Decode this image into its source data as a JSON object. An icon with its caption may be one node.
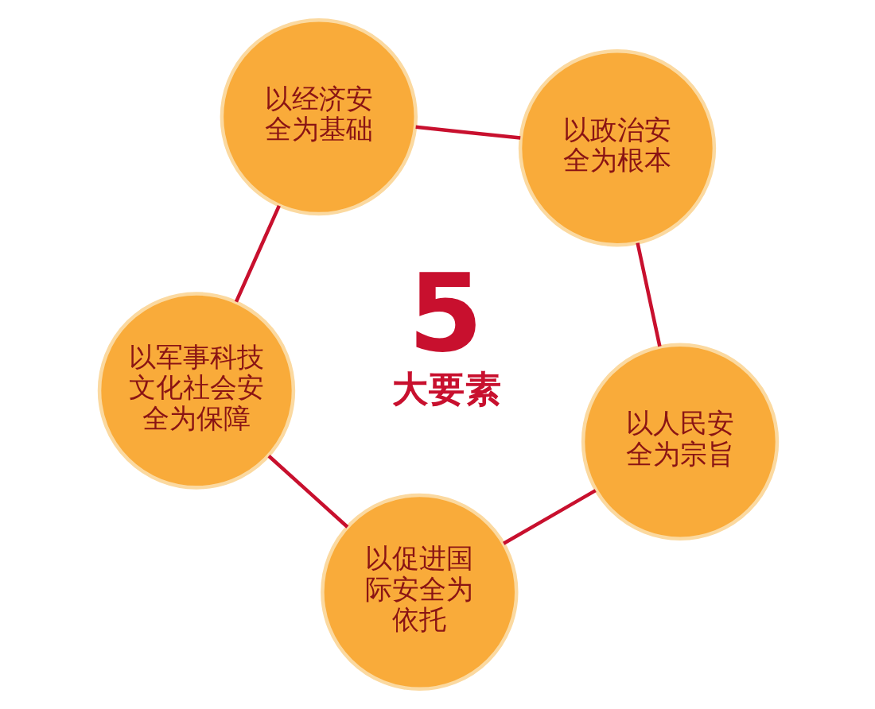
{
  "diagram": {
    "nodes": [
      {
        "text": [
          "以人民安全为宗旨"
        ]
      },
      {
        "text": [
          "以促进国际安全为依托"
        ]
      },
      {
        "text": [
          "以政治安全为根本"
        ]
      },
      {
        "text": [
          "以军事科技文化社会安全为保障"
        ]
      },
      {
        "text": [
          "以经济安全为基础"
        ]
      }
    ],
    "edges": [
      {
        "from": 0,
        "to": 1,
        "arrow": "none"
      },
      {
        "from": 0,
        "to": 2,
        "arrow": "none"
      },
      {
        "from": 2,
        "to": 4,
        "arrow": "none"
      },
      {
        "from": 4,
        "to": 3,
        "arrow": "none"
      },
      {
        "from": 3,
        "to": 1,
        "arrow": "none"
      }
    ],
    "labels": [
      "5",
      "大要素"
    ]
  }
}
